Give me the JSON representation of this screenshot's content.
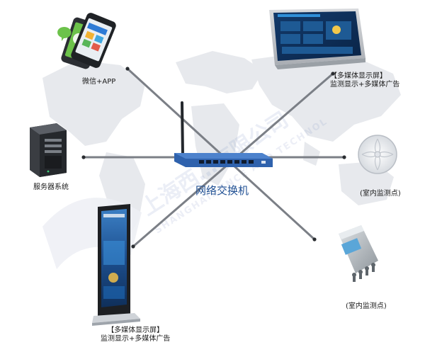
{
  "center": {
    "label": "网络交换机",
    "icon": "network-switch-icon"
  },
  "nodes": {
    "wechat_app": {
      "label": "微信+APP",
      "icon": "smartphone-icon"
    },
    "server": {
      "label": "服务器系统",
      "icon": "server-tower-icon"
    },
    "wall_display": {
      "lines": [
        "【多媒体显示屏】",
        "监测显示+多媒体广告"
      ],
      "icon": "wall-display-icon"
    },
    "kiosk": {
      "lines": [
        "【多媒体显示屏】",
        "监测显示+多媒体广告"
      ],
      "icon": "floor-kiosk-icon"
    },
    "indoor_round": {
      "label": "(室内监测点)",
      "icon": "round-sensor-icon"
    },
    "indoor_box": {
      "label": "(室内监测点)",
      "icon": "sensor-box-icon"
    }
  },
  "watermark": {
    "cn": "上海西…有限公司",
    "en": "SHANGHAI…ENCE AND TECHNOL"
  },
  "colors": {
    "accent": "#1f4f93",
    "map": "#e6e8ec",
    "switch": "#2d5fa8",
    "cable": "#7b7f86"
  }
}
